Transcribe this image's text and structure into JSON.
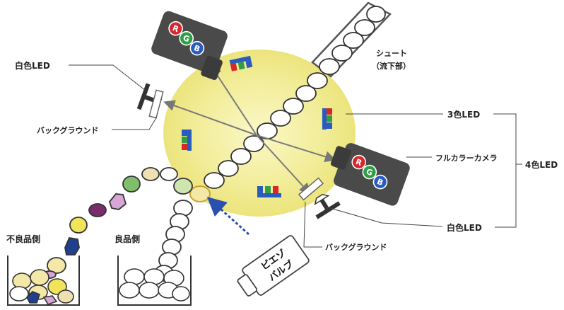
{
  "labels": {
    "white_led_left": "白色LED",
    "background_left": "バックグラウンド",
    "chute": "シュート",
    "chute_sub": "（流下部）",
    "three_color_led": "3色LED",
    "full_color_camera": "フルカラーカメラ",
    "four_color_led": "4色LED",
    "white_led_right": "白色LED",
    "background_right": "バックグラウンド",
    "reject_side": "不良品側",
    "good_side": "良品側",
    "piezo_line1": "ピエゾ",
    "piezo_line2": "バルブ"
  },
  "camera_letters": [
    "R",
    "G",
    "B"
  ],
  "colors": {
    "glow": "#f3ee9a",
    "camera_body": "#4a4a4a",
    "led_red": "#d9262b",
    "led_green": "#2f9e44",
    "led_blue": "#2a5bbf",
    "air_jet": "#2a4fb0"
  }
}
